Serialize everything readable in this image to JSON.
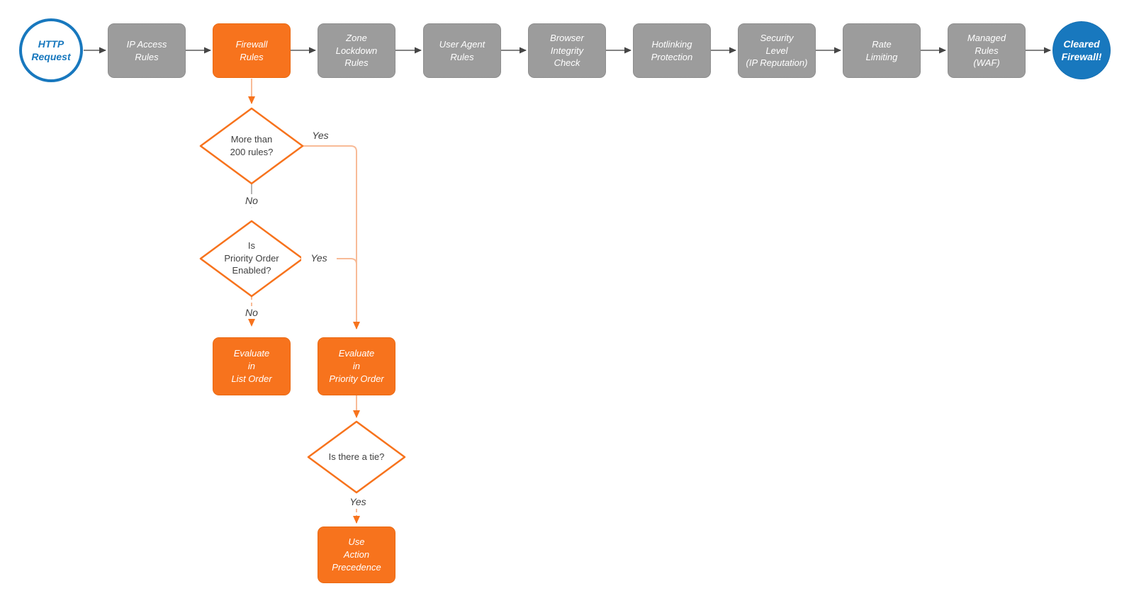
{
  "colors": {
    "accent_orange": "#F7731D",
    "connector_orange_light": "#F8BB97",
    "step_gray": "#9C9C9C",
    "brand_blue": "#1878BE",
    "arrow_dark": "#454545",
    "text_dark": "#414141"
  },
  "pipeline": [
    {
      "label": "HTTP\nRequest",
      "type": "start-circle"
    },
    {
      "label": "IP Access\nRules",
      "type": "step"
    },
    {
      "label": "Firewall\nRules",
      "type": "step-highlighted"
    },
    {
      "label": "Zone\nLockdown\nRules",
      "type": "step"
    },
    {
      "label": "User Agent\nRules",
      "type": "step"
    },
    {
      "label": "Browser\nIntegrity\nCheck",
      "type": "step"
    },
    {
      "label": "Hotlinking\nProtection",
      "type": "step"
    },
    {
      "label": "Security\nLevel\n(IP Reputation)",
      "type": "step"
    },
    {
      "label": "Rate\nLimiting",
      "type": "step"
    },
    {
      "label": "Managed\nRules\n(WAF)",
      "type": "step"
    },
    {
      "label": "Cleared\nFirewall!",
      "type": "end-circle"
    }
  ],
  "decisions": [
    {
      "label": "More than\n200 rules?",
      "yes": "Yes",
      "no": "No"
    },
    {
      "label": "Is\nPriority Order\nEnabled?",
      "yes": "Yes",
      "no": "No"
    },
    {
      "label": "Is there a tie?",
      "yes": "Yes"
    }
  ],
  "actions": [
    {
      "label": "Evaluate\nin\nList Order"
    },
    {
      "label": "Evaluate\nin\nPriority Order"
    },
    {
      "label": "Use\nAction\nPrecedence"
    }
  ]
}
